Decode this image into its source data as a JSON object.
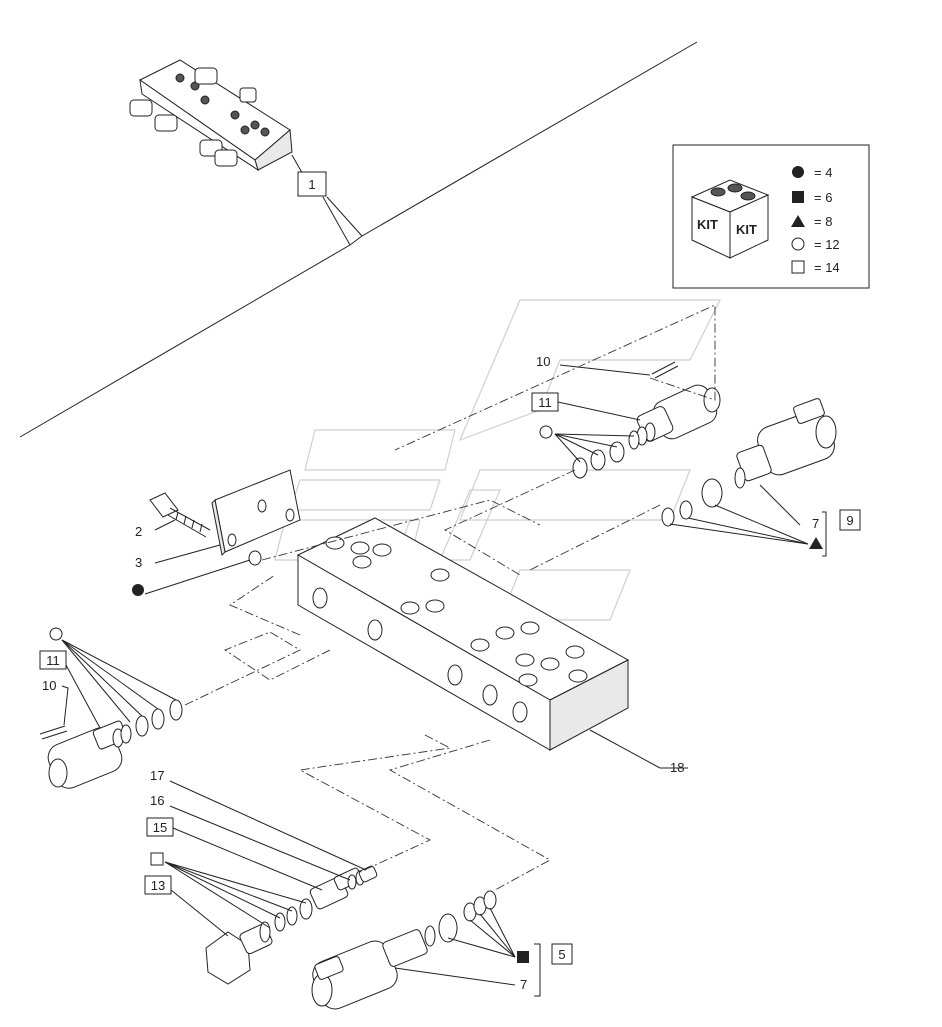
{
  "callouts": {
    "c1": "1",
    "c2": "2",
    "c3": "3",
    "c5": "5",
    "c7a": "7",
    "c7b": "7",
    "c9": "9",
    "c10a": "10",
    "c10b": "10",
    "c11a": "11",
    "c11b": "11",
    "c13": "13",
    "c15": "15",
    "c16": "16",
    "c17": "17",
    "c18": "18"
  },
  "kit": {
    "label_left": "KIT",
    "label_right": "KIT",
    "legend": [
      {
        "symbol": "filled-circle",
        "text": "= 4"
      },
      {
        "symbol": "filled-square",
        "text": "= 6"
      },
      {
        "symbol": "filled-triangle",
        "text": "= 8"
      },
      {
        "symbol": "open-circle",
        "text": "= 12"
      },
      {
        "symbol": "open-square",
        "text": "= 14"
      }
    ]
  },
  "colors": {
    "ink": "#222222",
    "watermark": "#cfcfcf"
  }
}
